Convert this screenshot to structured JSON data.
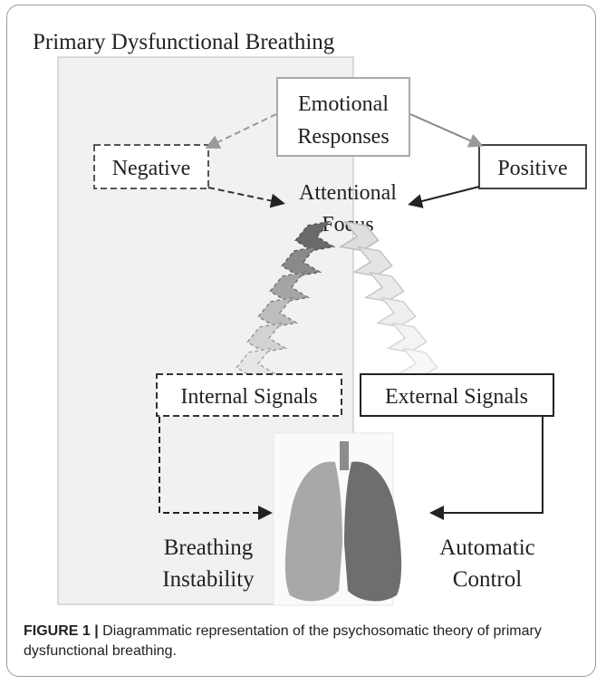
{
  "diagram": {
    "title": "Primary Dysfunctional Breathing",
    "emotional_responses": [
      "Emotional",
      "Responses"
    ],
    "negative": "Negative",
    "positive": "Positive",
    "attentional_focus": [
      "Attentional",
      "Focus"
    ],
    "internal_signals": "Internal Signals",
    "external_signals": "External Signals",
    "breathing_instability": [
      "Breathing",
      "Instability"
    ],
    "automatic_control": [
      "Automatic",
      "Control"
    ]
  },
  "caption": {
    "label": "FIGURE 1 |",
    "text": " Diagrammatic representation of the psychosomatic theory of primary dysfunctional breathing."
  },
  "colors": {
    "negative_path": "#555555",
    "positive_path": "#333333",
    "shaded_panel": "#f1f1f1",
    "lung_left": "#a8a8a8",
    "lung_right": "#6e6e6e"
  }
}
